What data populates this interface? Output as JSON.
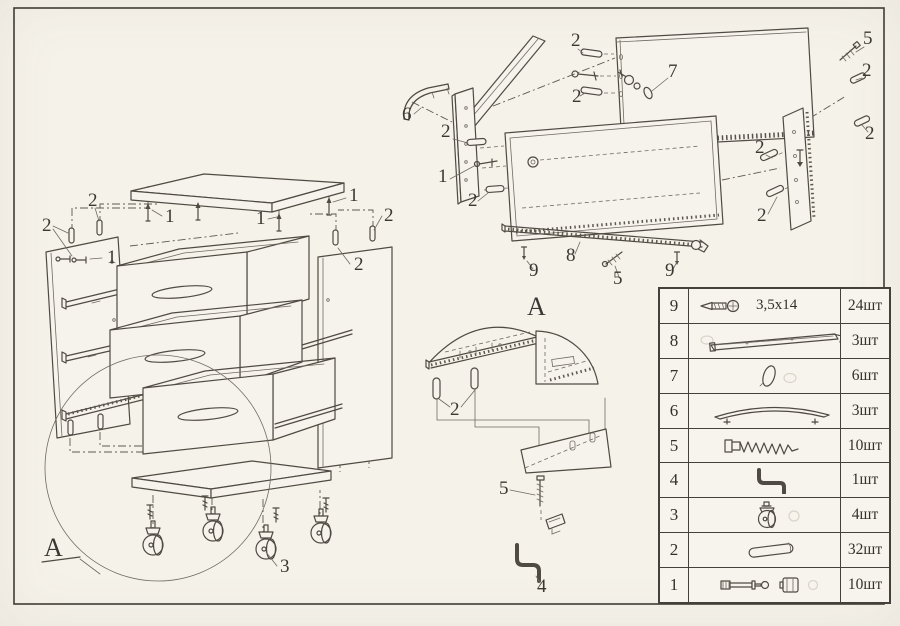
{
  "detail_markers": {
    "cabinet_letter": "A",
    "detail_view_letter": "A"
  },
  "callouts": {
    "cabinet": [
      {
        "label": "2"
      },
      {
        "label": "2"
      },
      {
        "label": "1"
      },
      {
        "label": "1"
      },
      {
        "label": "1"
      },
      {
        "label": "1"
      },
      {
        "label": "2"
      },
      {
        "label": "2"
      },
      {
        "label": "3"
      }
    ],
    "drawer": [
      {
        "label": "2"
      },
      {
        "label": "7"
      },
      {
        "label": "2"
      },
      {
        "label": "5"
      },
      {
        "label": "2"
      },
      {
        "label": "2"
      },
      {
        "label": "6"
      },
      {
        "label": "2"
      },
      {
        "label": "1"
      },
      {
        "label": "2"
      },
      {
        "label": "2"
      },
      {
        "label": "2"
      },
      {
        "label": "8"
      },
      {
        "label": "9"
      },
      {
        "label": "5"
      },
      {
        "label": "9"
      }
    ],
    "detail": [
      {
        "label": "2"
      },
      {
        "label": "5"
      },
      {
        "label": "4"
      }
    ]
  },
  "parts_table": {
    "rows": [
      {
        "num": "9",
        "part": "screw",
        "size_label": "3,5x14",
        "qty": "24шт"
      },
      {
        "num": "8",
        "part": "drawer-slide-rail",
        "qty": "3шт"
      },
      {
        "num": "7",
        "part": "cover-cap",
        "qty": "6шт"
      },
      {
        "num": "6",
        "part": "handle",
        "qty": "3шт"
      },
      {
        "num": "5",
        "part": "confirmat-screw",
        "qty": "10шт"
      },
      {
        "num": "4",
        "part": "hex-key",
        "qty": "1шт"
      },
      {
        "num": "3",
        "part": "caster-wheel",
        "qty": "4шт"
      },
      {
        "num": "2",
        "part": "wooden-dowel",
        "qty": "32шт"
      },
      {
        "num": "1",
        "part": "cam-bolt-and-cam-lock",
        "qty": "10шт"
      }
    ]
  },
  "colors": {
    "paper": "#f6f3ec",
    "ink": "#4f4b43"
  }
}
